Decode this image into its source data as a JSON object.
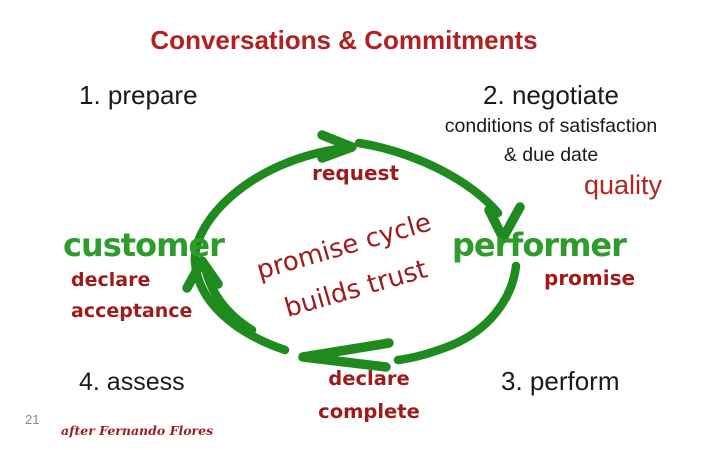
{
  "slide": {
    "title": "Conversations & Commitments",
    "steps": {
      "step1": "1. prepare",
      "step2": "2. negotiate",
      "step3": "3. perform",
      "step4": "4. assess"
    },
    "negotiate_details": {
      "line1": "conditions of satisfaction",
      "line2": "& due date",
      "quality": "quality"
    },
    "cycle": {
      "request": "request",
      "customer": "customer",
      "performer": "performer",
      "declare_acceptance_line1": "declare",
      "declare_acceptance_line2": "acceptance",
      "promise": "promise",
      "declare_complete_line1": "declare",
      "declare_complete_line2": "complete",
      "center_line1": "promise cycle",
      "center_line2": "builds trust"
    },
    "footer": {
      "page_number": "21",
      "attribution": "after Fernando Flores"
    },
    "colors": {
      "title_red": "#B22020",
      "label_red": "#9E1B1B",
      "quality_red": "#B3261F",
      "arrow_green": "#1F8B1F",
      "role_green": "#2D9C2D",
      "text_black": "#1A1A1A",
      "page_gray": "#8C8C8C"
    }
  }
}
